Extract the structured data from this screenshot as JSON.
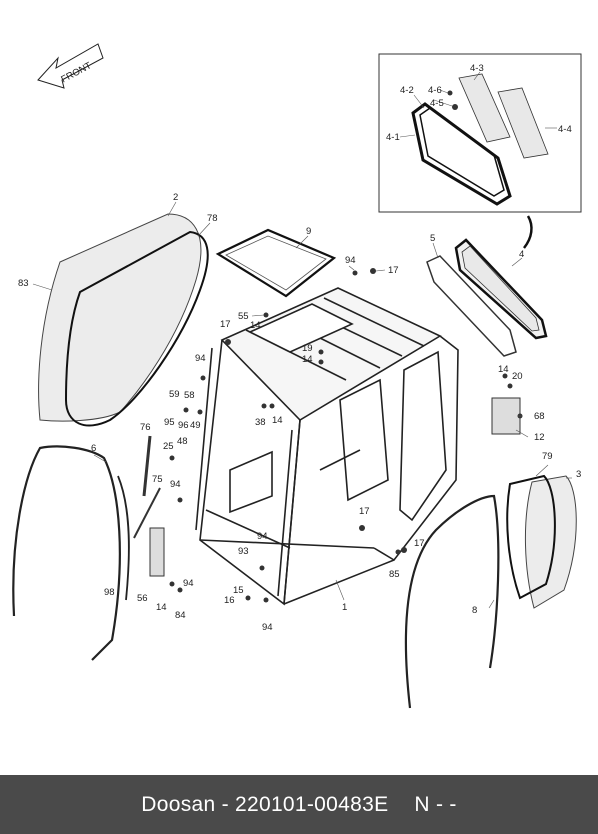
{
  "front_label": "FRONT",
  "inset_labels": [
    "4-1",
    "4-2",
    "4-3",
    "4-4",
    "4-5",
    "4-6"
  ],
  "part_labels": {
    "p1": "1",
    "p2": "2",
    "p3": "3",
    "p4": "4",
    "p5": "5",
    "p6": "6",
    "p8": "8",
    "p9": "9",
    "p12": "12",
    "p14a": "14",
    "p14b": "14",
    "p14c": "14",
    "p14d": "14",
    "p14e": "14",
    "p15": "15",
    "p16": "16",
    "p17a": "17",
    "p17b": "17",
    "p17c": "17",
    "p17d": "17",
    "p19": "19",
    "p20": "20",
    "p25": "25",
    "p38": "38",
    "p48": "48",
    "p49": "49",
    "p55": "55",
    "p56": "56",
    "p58": "58",
    "p59": "59",
    "p68": "68",
    "p75": "75",
    "p76": "76",
    "p78": "78",
    "p79": "79",
    "p83": "83",
    "p84": "84",
    "p85": "85",
    "p93": "93",
    "p94a": "94",
    "p94b": "94",
    "p94c": "94",
    "p94d": "94",
    "p94e": "94",
    "p94f": "94",
    "p95": "95",
    "p96": "96",
    "p98": "98"
  },
  "footer": {
    "brand": "Doosan - 220101-00483E",
    "suffix": "N - -"
  }
}
